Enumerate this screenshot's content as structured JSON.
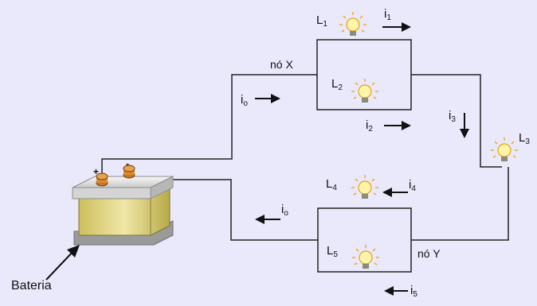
{
  "nodes": {
    "x": "nó X",
    "y": "nó Y"
  },
  "lamps": [
    {
      "label": "L",
      "sub": "1"
    },
    {
      "label": "L",
      "sub": "2"
    },
    {
      "label": "L",
      "sub": "3"
    },
    {
      "label": "L",
      "sub": "4"
    },
    {
      "label": "L",
      "sub": "5"
    }
  ],
  "currents": [
    {
      "label": "i",
      "sub": "o"
    },
    {
      "label": "i",
      "sub": "1"
    },
    {
      "label": "i",
      "sub": "2"
    },
    {
      "label": "i",
      "sub": "3"
    },
    {
      "label": "i",
      "sub": "4"
    },
    {
      "label": "i",
      "sub": "o"
    },
    {
      "label": "i",
      "sub": "5"
    }
  ],
  "battery": {
    "label": "Bateria",
    "plus": "+",
    "minus": "-"
  },
  "colors": {
    "background": "#e9e9fb",
    "wire": "#222222",
    "lamp_glow": "#f4a21c",
    "battery_body": "#e3d78a"
  }
}
